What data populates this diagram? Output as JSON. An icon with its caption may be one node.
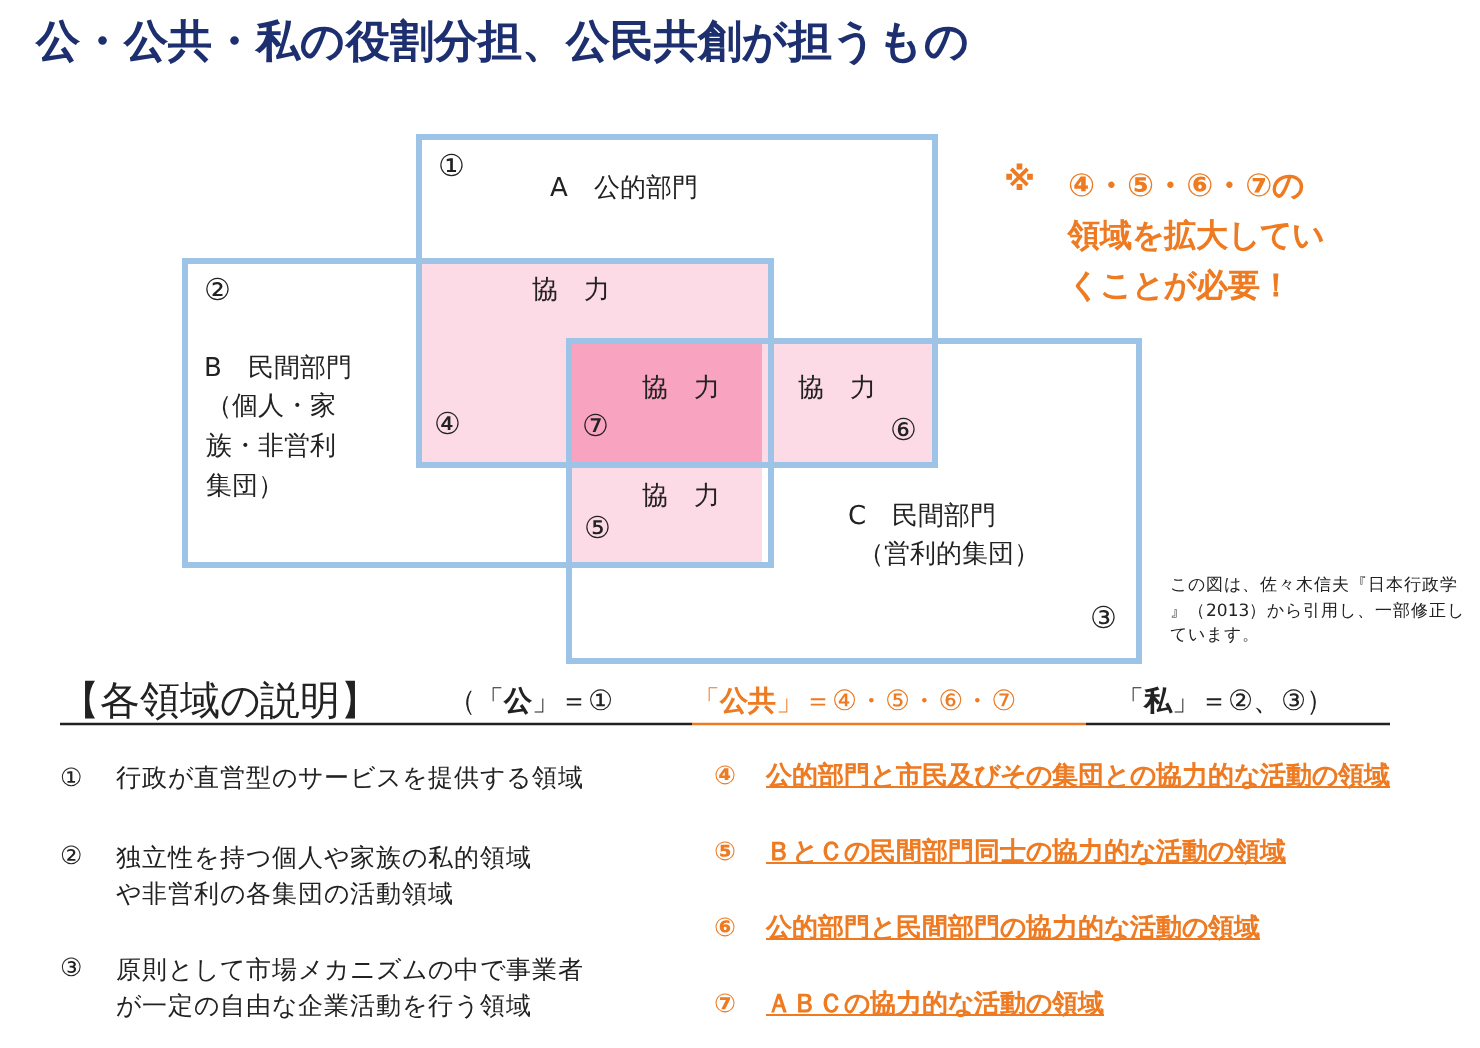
{
  "diagram": {
    "title": "公・公共・私の役割分担、公民共創が担うもの",
    "nodes": [
      {
        "text": [
          "協　力",
          "④"
        ]
      },
      {
        "text": [
          "協　力",
          "⑥"
        ]
      },
      {
        "text": [
          "協　力",
          "⑤"
        ]
      },
      {
        "text": [
          "協　力",
          "⑦"
        ]
      },
      {
        "text": [
          "①",
          "A　公的部門"
        ]
      },
      {
        "text": [
          "②",
          "B　民間部門",
          "（個人・家族・非営利集団）"
        ]
      },
      {
        "text": [
          "C　民間部門",
          "（営利的集団）",
          "③"
        ]
      }
    ],
    "labels": [
      "※",
      "④・⑤・⑥・⑦の領域を拡大していくことが必要！",
      "この図は、佐々木信夫『日本行政学』（2013）から引用し、一部修正しています。",
      "【各領域の説明】",
      "（「**公**」＝①",
      "「**公共**」＝④・⑤・⑥・⑦",
      "「**私**」＝②、③）",
      "①",
      "行政が直営型のサービスを提供する領域",
      "④",
      "公的部門と市民及びその集団との協力的な活動の領域",
      "②",
      "独立性を持つ個人や家族の私的領域や非営利の各集団の活動領域",
      "⑤",
      "ＢとＣの民間部門同士の協力的な活動の領域",
      "⑥",
      "公的部門と民間部門の協力的な活動の領域",
      "③",
      "原則として市場メカニズムの中で事業者が一定の自由な企業活動を行う領域",
      "⑦",
      "ＡＢＣの協力的な活動の領域"
    ]
  }
}
